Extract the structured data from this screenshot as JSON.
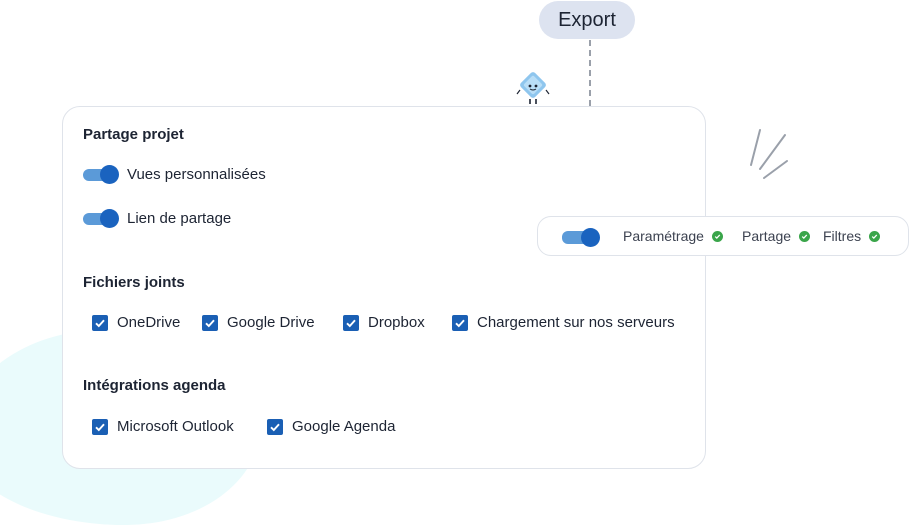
{
  "export": {
    "label": "Export"
  },
  "card": {
    "sharing": {
      "title": "Partage projet",
      "toggles": [
        {
          "label": "Vues personnalisées",
          "on": true
        },
        {
          "label": "Lien de partage",
          "on": true
        }
      ]
    },
    "attachments": {
      "title": "Fichiers joints",
      "items": [
        {
          "label": "OneDrive",
          "checked": true
        },
        {
          "label": "Google Drive",
          "checked": true
        },
        {
          "label": "Dropbox",
          "checked": true
        },
        {
          "label": "Chargement sur nos serveurs",
          "checked": true
        }
      ]
    },
    "calendar": {
      "title": "Intégrations agenda",
      "items": [
        {
          "label": "Microsoft Outlook",
          "checked": true
        },
        {
          "label": "Google Agenda",
          "checked": true
        }
      ]
    }
  },
  "status_bar": {
    "toggle_on": true,
    "items": [
      {
        "label": "Paramétrage",
        "icon": "check-circle-icon"
      },
      {
        "label": "Partage",
        "icon": "check-circle-icon"
      },
      {
        "label": "Filtres",
        "icon": "check-circle-icon"
      }
    ]
  },
  "colors": {
    "accent": "#1a63bf",
    "toggle_track": "#5b9ad8",
    "checkbox": "#1a5fb4",
    "success": "#3aa54a",
    "export_pill": "#dde3f0",
    "blob": "#eafbfc"
  }
}
